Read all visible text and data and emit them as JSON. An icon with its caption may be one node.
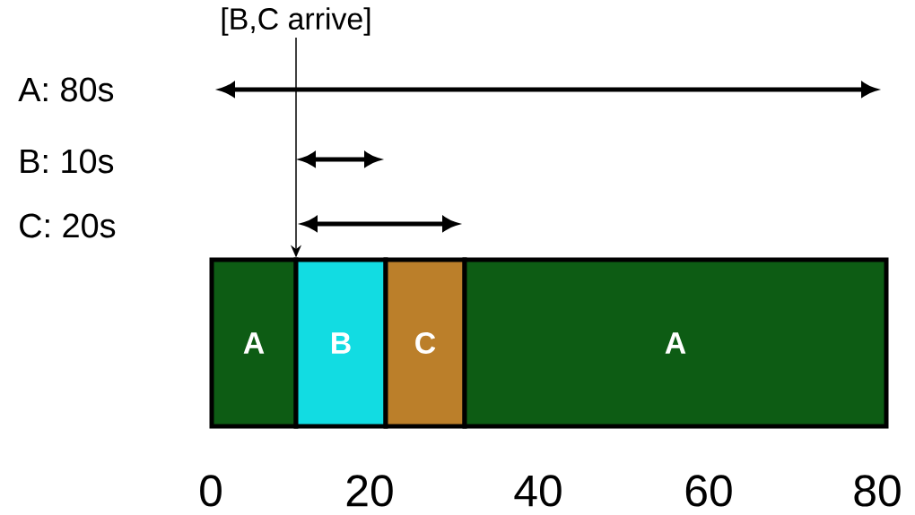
{
  "diagram": {
    "nodes": [
      {
        "text": [
          "[B,C arrive]"
        ]
      },
      {
        "text": [
          "A"
        ]
      },
      {
        "text": [
          "B"
        ]
      },
      {
        "text": [
          "C"
        ]
      },
      {
        "text": [
          "A"
        ]
      }
    ],
    "edges": [
      {
        "from": 0,
        "to": 2,
        "arrow": "to"
      }
    ],
    "labels": [
      "A: 80s",
      "B: 10s",
      "C: 20s",
      "0",
      "20",
      "40",
      "60",
      "80"
    ]
  }
}
